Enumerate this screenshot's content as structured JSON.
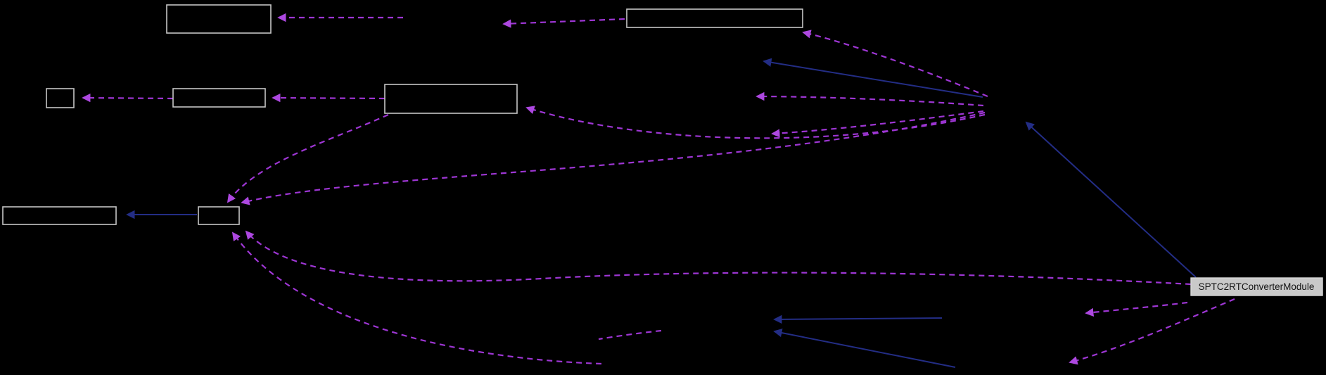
{
  "graph": {
    "labeled_node": {
      "label": "SPTC2RTConverterModule"
    },
    "nodes": [
      {
        "name": "node-top-left",
        "label": ""
      },
      {
        "name": "node-top-center",
        "label": ""
      },
      {
        "name": "node-mid-small-left",
        "label": ""
      },
      {
        "name": "node-mid-left",
        "label": ""
      },
      {
        "name": "node-mid-center",
        "label": ""
      },
      {
        "name": "node-bottom-far-left",
        "label": ""
      },
      {
        "name": "node-bottom-small",
        "label": ""
      },
      {
        "name": "node-sptc2rtconvertermodule",
        "label": "SPTC2RTConverterModule"
      }
    ],
    "colors": {
      "background": "#000000",
      "node_border": "#c6c6c6",
      "labeled_node_fill": "#c9c9c9",
      "labeled_node_text": "#141414",
      "dashed_edge": "#9e36d4",
      "dashed_arrowhead": "#ad48e0",
      "solid_edge": "#232d85"
    },
    "edge_styles": {
      "dashed": "uses/member (dashed, dark orchid)",
      "solid": "inheritance (solid, midnight blue)"
    }
  }
}
